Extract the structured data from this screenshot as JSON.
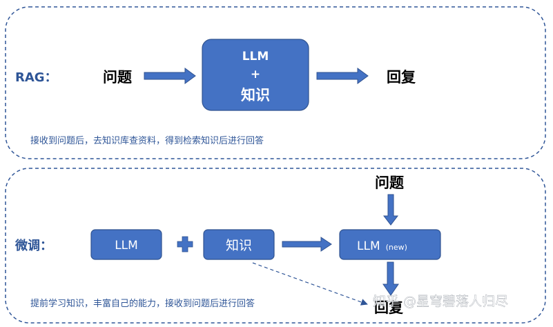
{
  "rag": {
    "label": "RAG：",
    "question": "问题",
    "box_line1": "LLM",
    "box_line2": "+",
    "box_line3": "知识",
    "answer": "回复",
    "caption": "接收到问题后，去知识库查资料，得到检索知识后进行回答"
  },
  "finetune": {
    "label": "微调：",
    "llm": "LLM",
    "plus": "+",
    "knowledge": "知识",
    "llm_new": "LLM",
    "llm_new_suffix": "(new)",
    "question": "问题",
    "answer": "回复",
    "caption": "提前学习知识，丰富自己的能力，接收到问题后进行回答"
  },
  "watermark": "知乎 @星穹碧落人归尽",
  "colors": {
    "box_fill": "#4472C4",
    "box_stroke": "#2F528F",
    "dash": "#2F5597",
    "label_blue": "#2E5597",
    "caption": "#2E5597",
    "text_dark": "#000000",
    "white": "#ffffff"
  }
}
